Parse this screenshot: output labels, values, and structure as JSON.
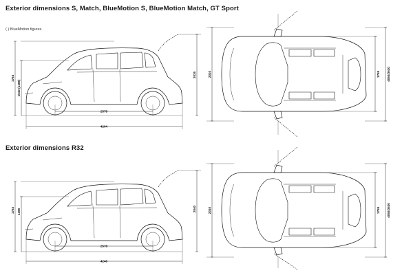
{
  "section1": {
    "heading": "Exterior dimensions S, Match, BlueMotion S, BlueMotion Match, GT Sport",
    "note": "( ) BlueMotion figures.",
    "side": {
      "height_overall": "1764",
      "height_roof": "1510 (1498)",
      "wheelbase": "2578",
      "length": "4204",
      "mirror_height": "2035"
    },
    "top": {
      "width_mirrors": "2010",
      "width_body": "1759",
      "track": "4050/3630"
    }
  },
  "section2": {
    "heading": "Exterior dimensions R32",
    "side": {
      "height_overall": "1753",
      "height_roof": "1498",
      "wheelbase": "2578",
      "length": "4246",
      "mirror_height": "2040"
    },
    "top": {
      "width_mirrors": "2010",
      "width_body": "1759",
      "track": "4050/3630"
    }
  },
  "icons": {
    "car_side": "hatchback-side-view-icon",
    "car_top": "hatchback-top-view-icon"
  }
}
